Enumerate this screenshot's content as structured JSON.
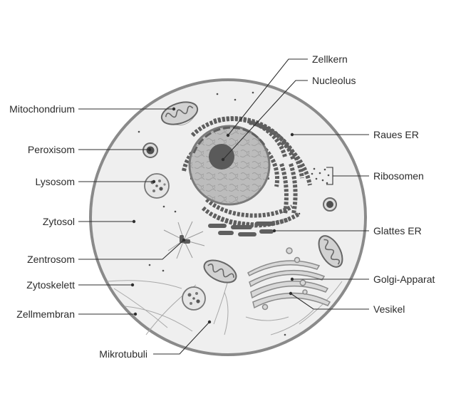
{
  "labels": {
    "zellkern": "Zellkern",
    "nucleolus": "Nucleolus",
    "mitochondrium": "Mitochondrium",
    "raues_er": "Raues ER",
    "peroxisom": "Peroxisom",
    "ribosomen": "Ribosomen",
    "lysosom": "Lysosom",
    "zytosol": "Zytosol",
    "glattes_er": "Glattes ER",
    "zentrosom": "Zentrosom",
    "golgi_apparat": "Golgi-Apparat",
    "zytoskelett": "Zytoskelett",
    "vesikel": "Vesikel",
    "zellmembran": "Zellmembran",
    "mikrotubuli": "Mikrotubuli"
  },
  "colors": {
    "membrane": "#8a8a8a",
    "cytosol": "#efefef",
    "nucleus_fill": "#bdbdbd",
    "nucleolus": "#5a5a5a",
    "er": "#5f5f5f",
    "organelle_dark": "#6a6a6a",
    "leader": "#2f2f2f",
    "label_text": "#2b2b2b"
  }
}
